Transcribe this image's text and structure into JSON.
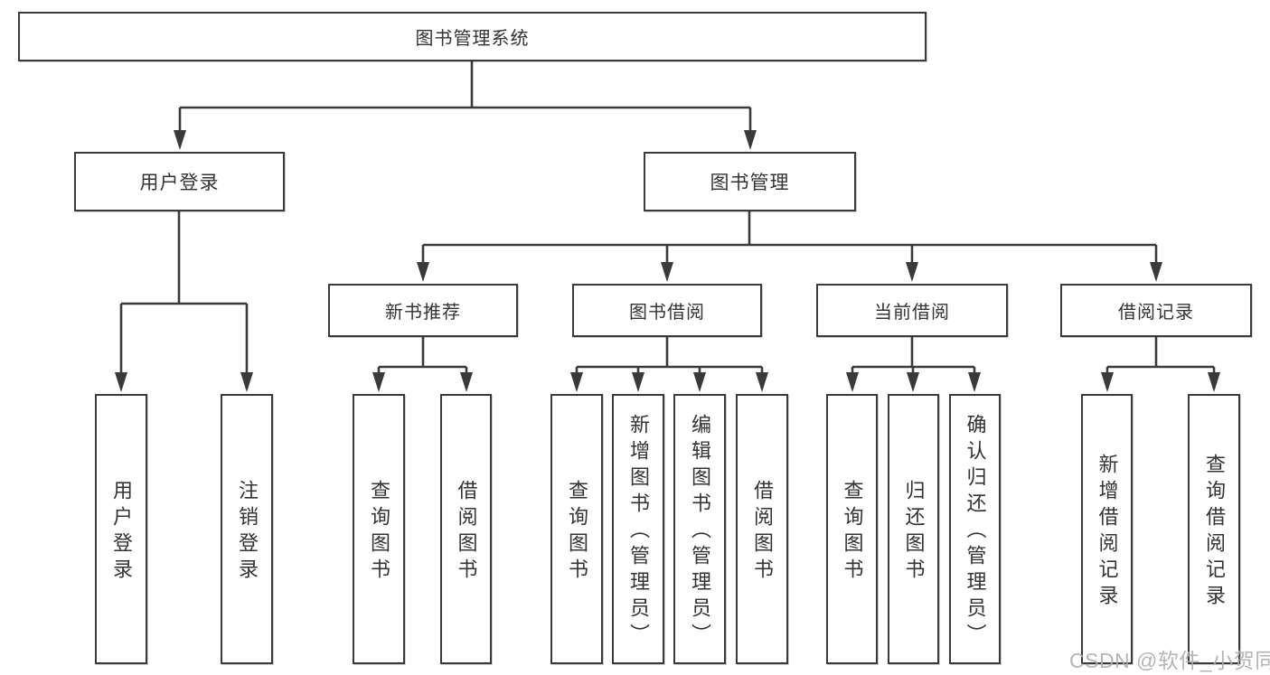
{
  "diagram": {
    "root": "图书管理系统",
    "level2": {
      "user_login": "用户登录",
      "book_management": "图书管理"
    },
    "level3": {
      "new_book_recommend": "新书推荐",
      "book_borrowing": "图书借阅",
      "current_borrowing": "当前借阅",
      "borrowing_records": "借阅记录"
    },
    "leaves": {
      "user_login": [
        "用户登录",
        "注销登录"
      ],
      "new_book_recommend": [
        "查询图书",
        "借阅图书"
      ],
      "book_borrowing": [
        "查询图书",
        "新增图书（管理员）",
        "编辑图书（管理员）",
        "借阅图书"
      ],
      "current_borrowing": [
        "查询图书",
        "归还图书",
        "确认归还（管理员）"
      ],
      "borrowing_records": [
        "新增借阅记录",
        "查询借阅记录"
      ]
    }
  },
  "watermark": "CSDN @软件_小贺同学",
  "colors": {
    "line": "#3a3a3a",
    "box_border": "#3a3a3a",
    "text": "#333333",
    "watermark": "#adadad",
    "background": "#ffffff"
  }
}
